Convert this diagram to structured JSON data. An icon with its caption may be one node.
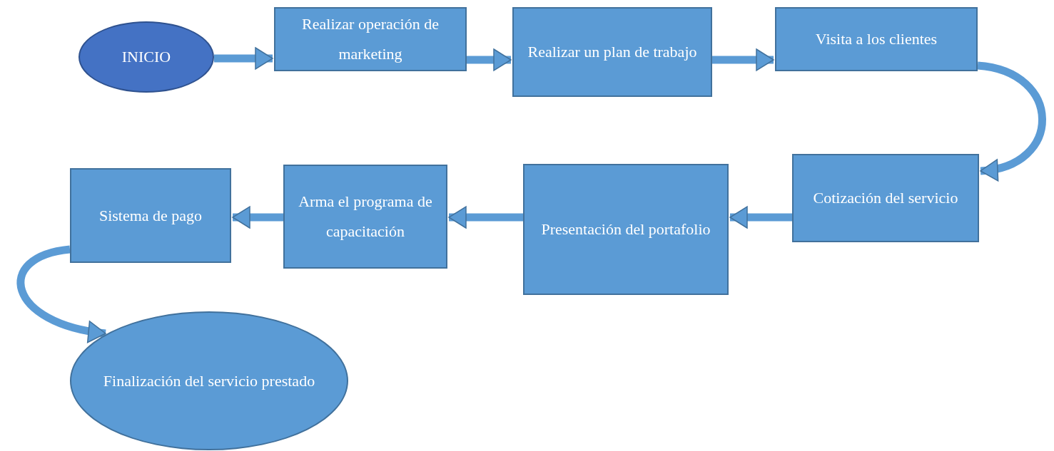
{
  "diagram": {
    "nodes": [
      {
        "text": [
          "INICIO"
        ]
      },
      {
        "text": [
          "Realizar operación de marketing"
        ]
      },
      {
        "text": [
          "Realizar un plan de trabajo"
        ]
      },
      {
        "text": [
          "Visita a los clientes"
        ]
      },
      {
        "text": [
          "Cotización del servicio"
        ]
      },
      {
        "text": [
          "Presentación del portafolio"
        ]
      },
      {
        "text": [
          "Arma el programa de capacitación"
        ]
      },
      {
        "text": [
          "Sistema de pago"
        ]
      },
      {
        "text": [
          "Finalización del servicio prestado"
        ]
      }
    ],
    "edges": [
      {
        "from": 0,
        "to": 1,
        "arrow": "to"
      },
      {
        "from": 1,
        "to": 2,
        "arrow": "to"
      },
      {
        "from": 2,
        "to": 3,
        "arrow": "to"
      },
      {
        "from": 3,
        "to": 4,
        "arrow": "to"
      },
      {
        "from": 4,
        "to": 5,
        "arrow": "to"
      },
      {
        "from": 5,
        "to": 6,
        "arrow": "to"
      },
      {
        "from": 6,
        "to": 7,
        "arrow": "to"
      },
      {
        "from": 7,
        "to": 8,
        "arrow": "to"
      }
    ]
  }
}
